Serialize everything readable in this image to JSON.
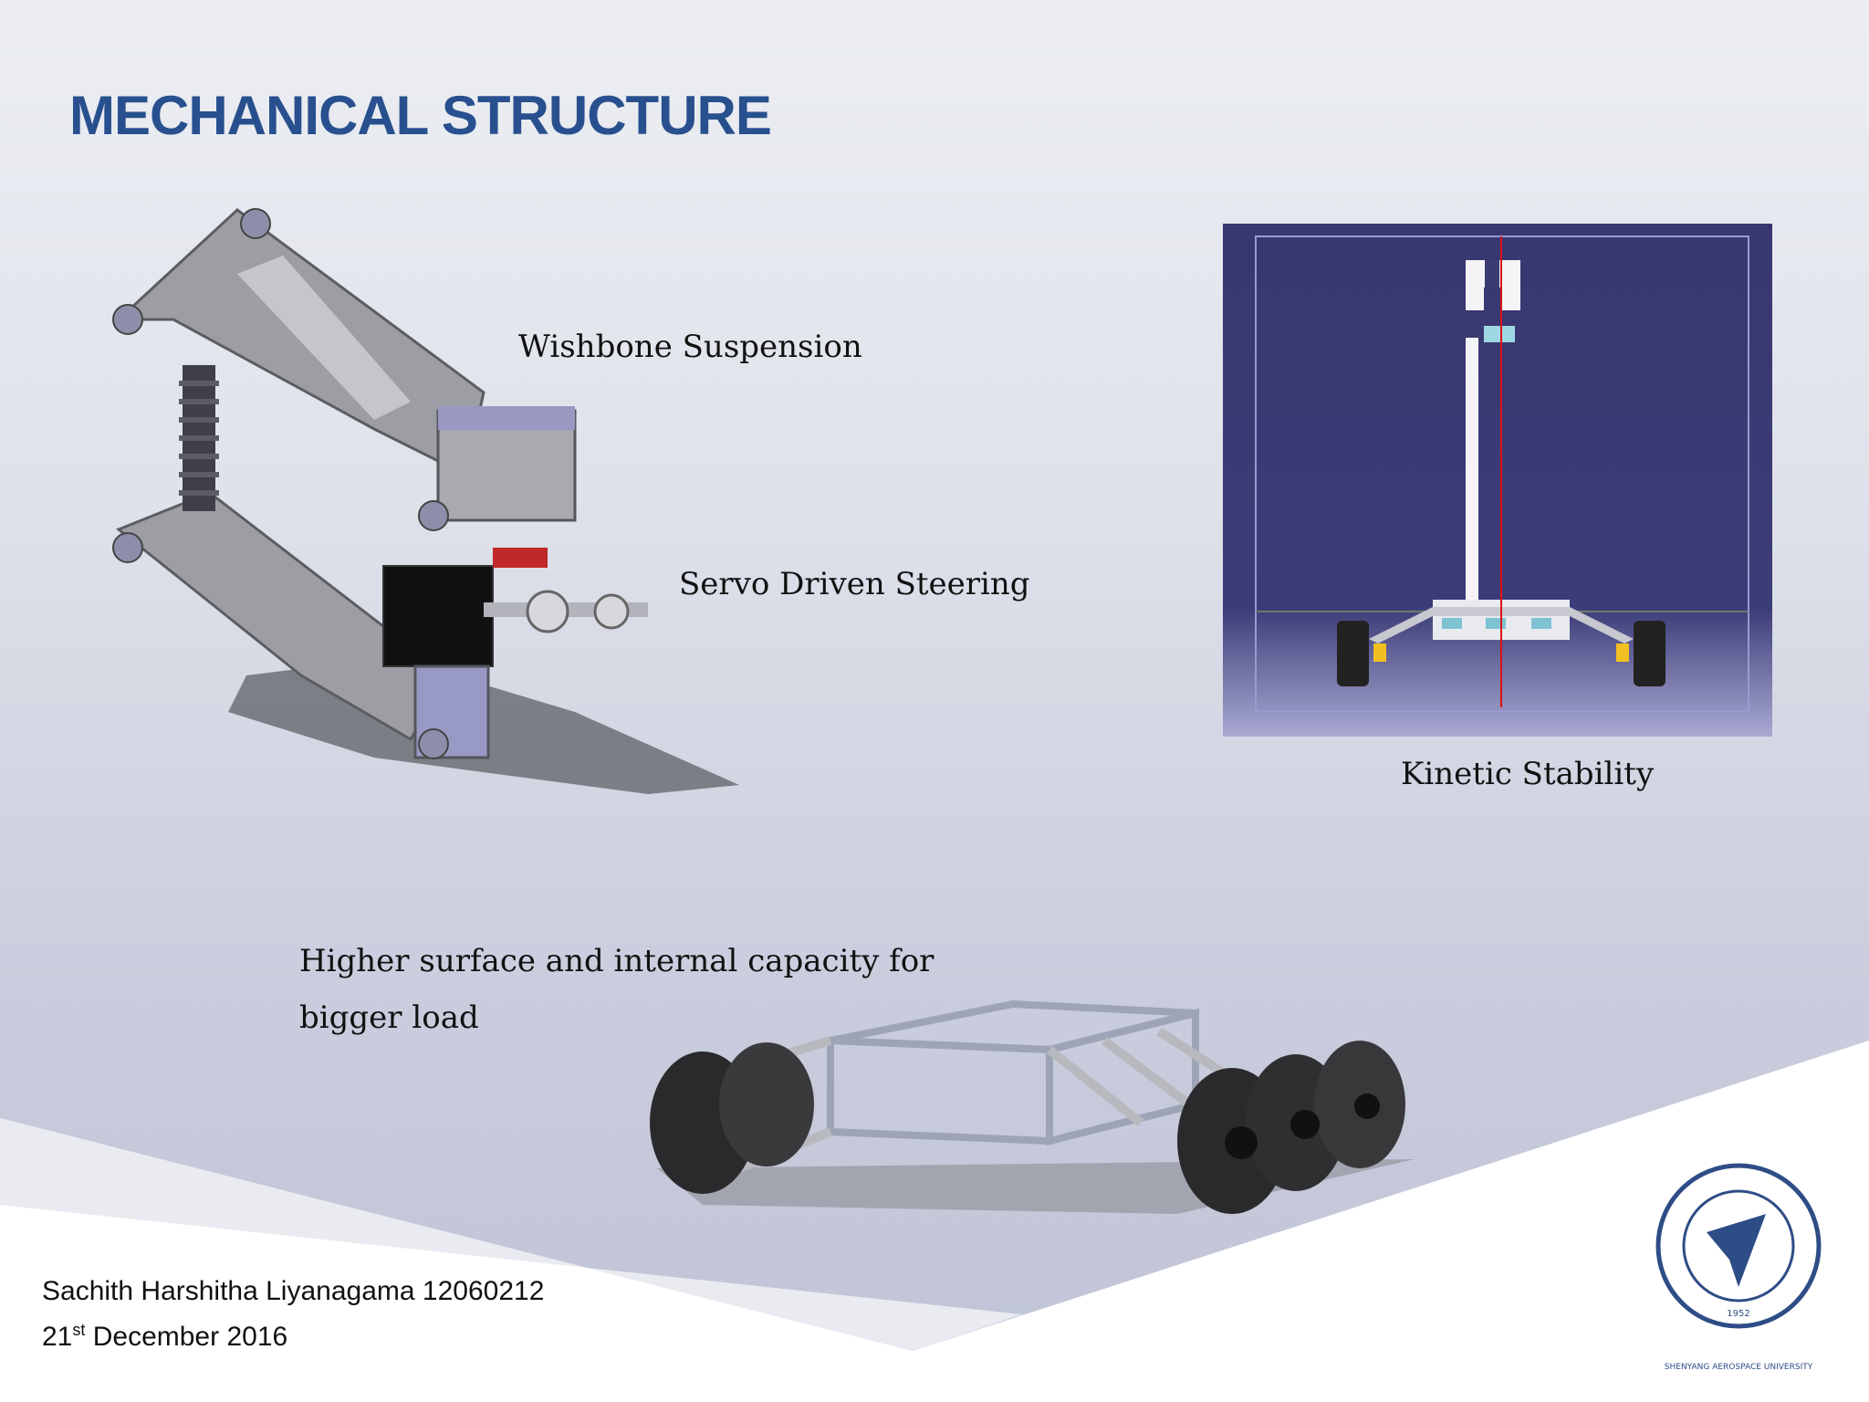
{
  "slide": {
    "title": "MECHANICAL STRUCTURE",
    "captions": {
      "wishbone": "Wishbone Suspension",
      "servo": "Servo Driven Steering",
      "kinetic": "Kinetic Stability",
      "capacity": "Higher surface and internal capacity for bigger load"
    },
    "footer": {
      "author_line": "Sachith Harshitha Liyanagama 12060212",
      "date_day": "21",
      "date_suffix": "st",
      "date_rest": " December 2016"
    },
    "logo": {
      "year": "1952",
      "text": "SHENYANG AEROSPACE UNIVERSITY"
    }
  },
  "colors": {
    "title": "#28508e",
    "panel": "#3b3b74"
  }
}
